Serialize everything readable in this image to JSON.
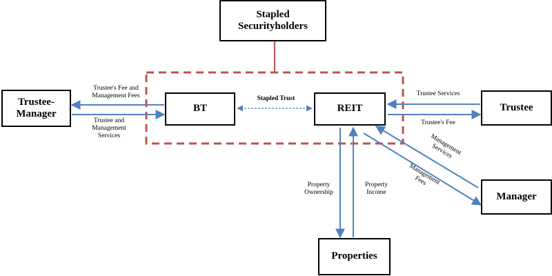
{
  "entities": {
    "securityholders": "Stapled\nSecurityholders",
    "trustee_manager": "Trustee-\nManager",
    "bt": "BT",
    "reit": "REIT",
    "trustee": "Trustee",
    "manager": "Manager",
    "properties": "Properties"
  },
  "flows": {
    "tm_fees": "Trustee's Fee and\nManagement Fees",
    "tm_services": "Trustee and\nManagement\nServices",
    "stapled_trust": "Stapled Trust",
    "trustee_services": "Trustee Services",
    "trustees_fee": "Trustee's Fee",
    "mgmt_services": "Management\nServices",
    "mgmt_fees": "Management\nFees",
    "property_ownership": "Property\nOwnership",
    "property_income": "Property\nIncome"
  },
  "colors": {
    "arrow": "#4f81bd",
    "dashed_boundary": "#c0504d",
    "connector": "#c0504d"
  }
}
